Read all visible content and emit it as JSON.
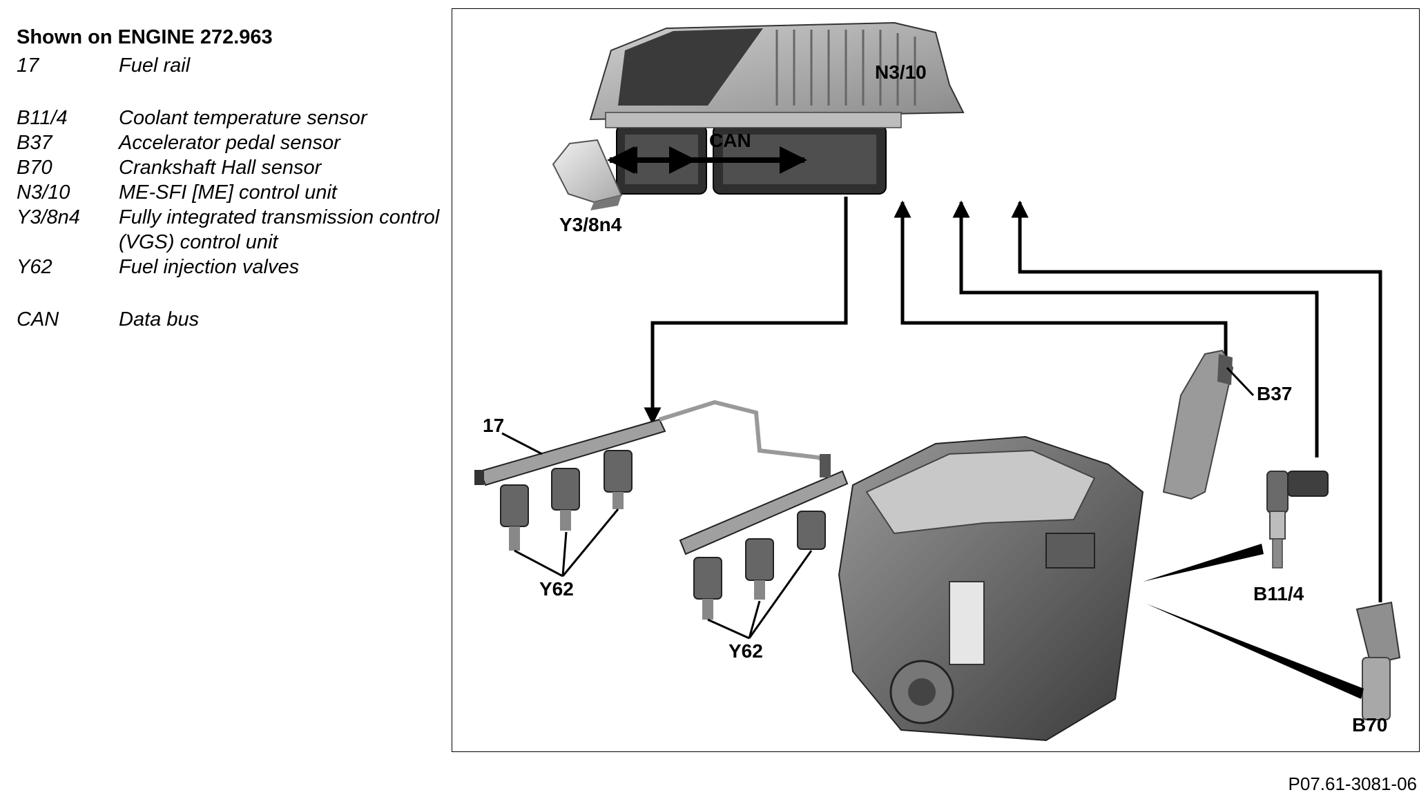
{
  "legend": {
    "title": "Shown on ENGINE 272.963",
    "items": [
      {
        "code": "17",
        "desc": "Fuel rail"
      },
      {
        "code": "B11/4",
        "desc": "Coolant temperature sensor"
      },
      {
        "code": "B37",
        "desc": "Accelerator pedal sensor"
      },
      {
        "code": "B70",
        "desc": "Crankshaft Hall sensor"
      },
      {
        "code": "N3/10",
        "desc": "ME-SFI [ME] control unit"
      },
      {
        "code": "Y3/8n4",
        "desc": "Fully integrated transmission control (VGS) control unit"
      },
      {
        "code": "Y62",
        "desc": "Fuel injection valves"
      },
      {
        "code": "CAN",
        "desc": "Data bus"
      }
    ]
  },
  "diagram": {
    "labels": {
      "n3_10": "N3/10",
      "can": "CAN",
      "y3_8n4": "Y3/8n4",
      "b37": "B37",
      "fuel_rail": "17",
      "y62_left": "Y62",
      "y62_right": "Y62",
      "b11_4": "B11/4",
      "b70": "B70"
    }
  },
  "figure_ref": "P07.61-3081-06"
}
